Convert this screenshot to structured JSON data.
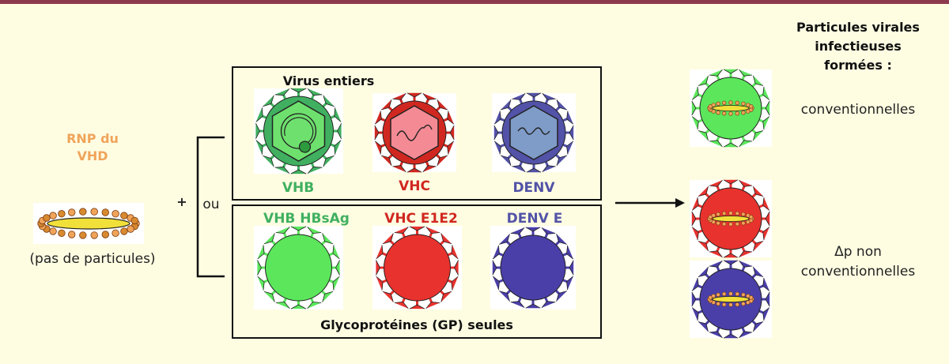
{
  "rnp": {
    "label_line1": "RNP du",
    "label_line2": "VHD",
    "caption": "(pas de particules)",
    "color": "#f0a45a"
  },
  "plus": "+",
  "ou": "ou",
  "whole": {
    "title": "Virus entiers",
    "viruses": [
      {
        "label": "VHB",
        "color": "#40b060",
        "fill": "#6ee06e"
      },
      {
        "label": "VHC",
        "color": "#d02820",
        "fill": "#f48a94"
      },
      {
        "label": "DENV",
        "color": "#5252a8",
        "fill": "#7f9cc8"
      }
    ]
  },
  "gp": {
    "title": "Glycoprotéines (GP) seules",
    "items": [
      {
        "label": "VHB HBsAg",
        "color": "#40b060",
        "fill": "#5be65b"
      },
      {
        "label": "VHC Ε1Ε2",
        "color": "#d02820",
        "fill": "#e8322e"
      },
      {
        "label": "DENV Ε",
        "color": "#5252a8",
        "fill": "#4a3fa8"
      }
    ]
  },
  "output": {
    "header_line1": "Particules virales",
    "header_line2": "infectieuses",
    "header_line3": "formées :",
    "conventional": "conventionnelles",
    "nonconv_line1": "Δp non",
    "nonconv_line2": "conventionnelles"
  }
}
